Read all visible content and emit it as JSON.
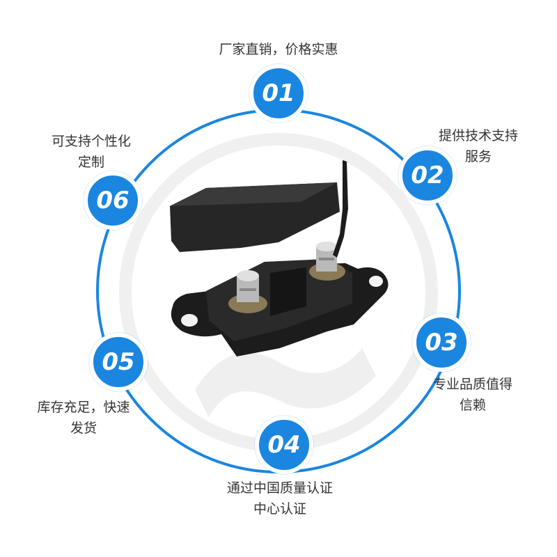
{
  "colors": {
    "ring": "#1a86e0",
    "badge": "#1a86e0",
    "badge_text": "#ffffff",
    "text": "#333333",
    "product_body": "#1c1c1c"
  },
  "features": [
    {
      "number": "01",
      "lines": [
        "厂家直销，价格实惠"
      ]
    },
    {
      "number": "02",
      "lines": [
        "提供技术支持",
        "服务"
      ]
    },
    {
      "number": "03",
      "lines": [
        "专业品质值得",
        "信赖"
      ]
    },
    {
      "number": "04",
      "lines": [
        "通过中国质量认证",
        "中心认证"
      ]
    },
    {
      "number": "05",
      "lines": [
        "库存充足，快速",
        "发货"
      ]
    },
    {
      "number": "06",
      "lines": [
        "可支持个性化",
        "定制"
      ]
    }
  ],
  "product": {
    "icon": "fuse-holder-icon"
  }
}
